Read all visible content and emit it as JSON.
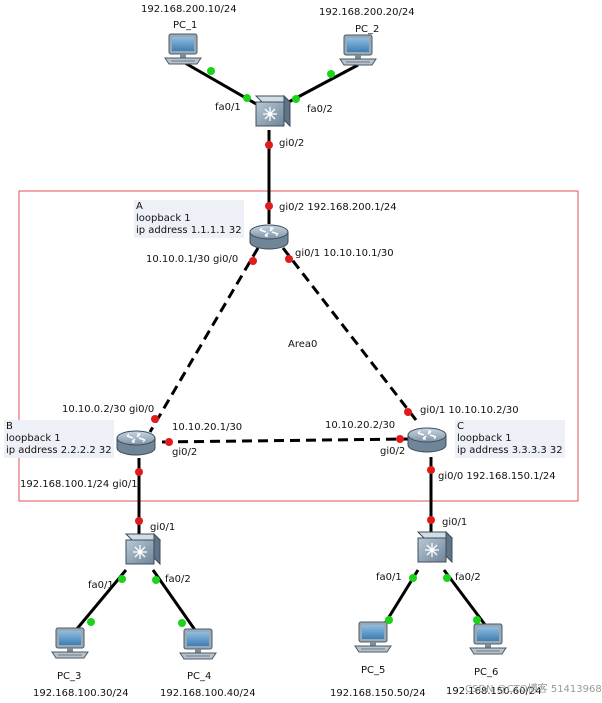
{
  "area": {
    "label": "Area0",
    "border_color": "#e05050"
  },
  "colors": {
    "port_up": "#19d419",
    "port_down": "#e01b1b",
    "cable": "#000000"
  },
  "devices": {
    "pc1": {
      "name": "PC_1",
      "ip": "192.168.200.10/24",
      "icon": "pc-icon"
    },
    "pc2": {
      "name": "PC_2",
      "ip": "192.168.200.20/24",
      "icon": "pc-icon"
    },
    "pc3": {
      "name": "PC_3",
      "ip": "192.168.100.30/24",
      "icon": "pc-icon"
    },
    "pc4": {
      "name": "PC_4",
      "ip": "192.168.100.40/24",
      "icon": "pc-icon"
    },
    "pc5": {
      "name": "PC_5",
      "ip": "192.168.150.50/24",
      "icon": "pc-icon"
    },
    "pc6": {
      "name": "PC_6",
      "ip": "192.168.150.60/24",
      "icon": "pc-icon"
    },
    "router_a": {
      "name": "A",
      "loopback": "loopback 1",
      "ip": "ip address 1.1.1.1 32",
      "icon": "router-icon"
    },
    "router_b": {
      "name": "B",
      "loopback": "loopback 1",
      "ip": "ip address 2.2.2.2 32",
      "icon": "router-icon"
    },
    "router_c": {
      "name": "C",
      "loopback": "loopback 1",
      "ip": "ip address 3.3.3.3 32",
      "icon": "router-icon"
    },
    "switch_top": {
      "icon": "switch-icon"
    },
    "switch_b": {
      "icon": "switch-icon"
    },
    "switch_c": {
      "icon": "switch-icon"
    }
  },
  "ports": {
    "sw_top_fa01": "fa0/1",
    "sw_top_fa02": "fa0/2",
    "sw_top_gi02": "gi0/2",
    "a_gi02": "gi0/2 192.168.200.1/24",
    "a_gi00": "10.10.0.1/30 gi0/0",
    "a_gi01": "gi0/1 10.10.10.1/30",
    "b_gi00": "10.10.0.2/30 gi0/0",
    "b_gi02_ip": "10.10.20.1/30",
    "b_gi02": "gi0/2",
    "b_gi01": "192.168.100.1/24 gi0/1",
    "c_gi01": "gi0/1 10.10.10.2/30",
    "c_gi02_ip": "10.10.20.2/30",
    "c_gi02": "gi0/2",
    "c_gi00": "gi0/0 192.168.150.1/24",
    "sw_b_gi01": "gi0/1",
    "sw_b_fa01": "fa0/1",
    "sw_b_fa02": "fa0/2",
    "sw_c_gi01": "gi0/1",
    "sw_c_fa01": "fa0/1",
    "sw_c_fa02": "fa0/2"
  },
  "watermark": "CSDN @CTO博客 51413968"
}
